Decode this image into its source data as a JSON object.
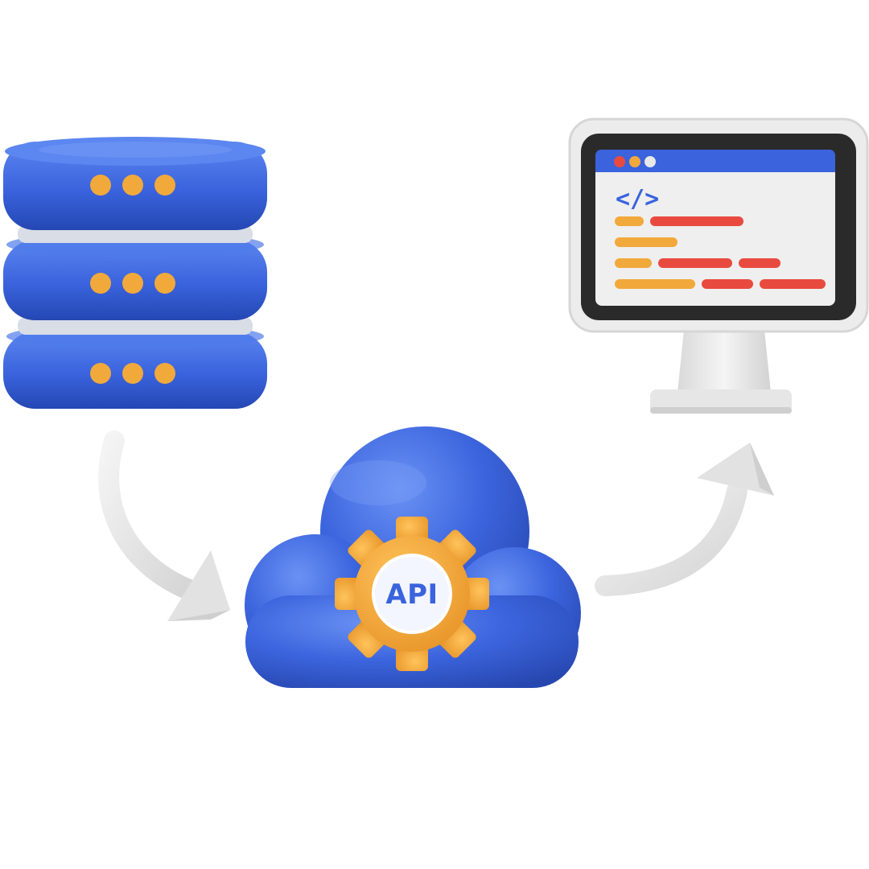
{
  "diagram": {
    "nodes": {
      "database": {
        "name": "database-server-stack",
        "icon": "database-icon",
        "layers": 3
      },
      "api": {
        "name": "api-cloud",
        "icon": "cloud-gear-icon",
        "label": "API"
      },
      "client": {
        "name": "computer-monitor",
        "icon": "monitor-icon",
        "code_tag": "</>"
      }
    },
    "edges": [
      {
        "from": "database",
        "to": "api",
        "icon": "curved-arrow-icon"
      },
      {
        "from": "api",
        "to": "client",
        "icon": "curved-arrow-icon"
      }
    ],
    "colors": {
      "primary_blue": "#3a63dd",
      "highlight_blue": "#5c86f0",
      "shadow_blue": "#2447b3",
      "accent_orange": "#f2a93b",
      "accent_red": "#e94a3f",
      "arrow_gray": "#e3e3e3",
      "monitor_frame": "#ececec",
      "screen_bezel": "#2a2a2a",
      "screen_bg": "#efefef"
    }
  }
}
